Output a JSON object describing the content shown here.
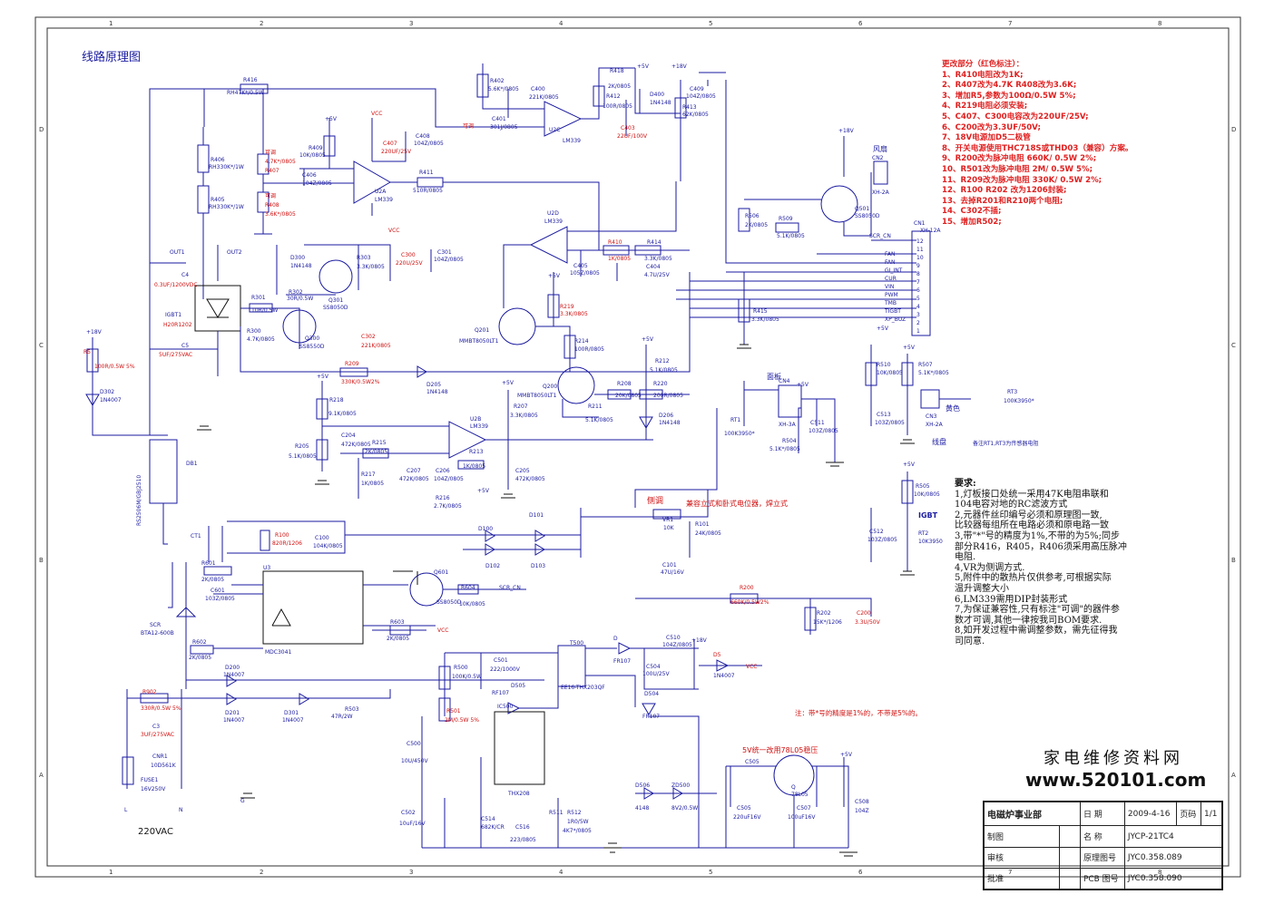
{
  "title": "线路原理图",
  "grid": {
    "cols": [
      "1",
      "2",
      "3",
      "4",
      "5",
      "6",
      "7",
      "8"
    ],
    "rows": [
      "D",
      "C",
      "B",
      "A"
    ]
  },
  "change_notes": {
    "heading": "更改部分（红色标注）：",
    "items": [
      "1、R410电阻改为1K;",
      "2、R407改为4.7K R408改为3.6K;",
      "3、增加R5,参数为100Ω/0.5W 5%;",
      "4、R219电阻必须安装;",
      "5、C407、C300电容改为220UF/25V;",
      "6、C200改为3.3UF/50V;",
      "7、18V电源加D5二极管",
      "8、开关电源使用THC718S或THD03（兼容）方案。",
      "9、R200改为脉冲电阻 660K/ 0.5W 2%;",
      "10、R501改为脉冲电阻 2M/ 0.5W 5%;",
      "11、R209改为脉冲电阻 330K/ 0.5W 2%;",
      "12、R100 R202 改为1206封装;",
      "13、去掉R201和R210两个电阻;",
      "14、C302不插;",
      "15、增加R502;"
    ]
  },
  "requirements": {
    "heading": "要求:",
    "items": [
      "1,灯板接口处统一采用47K电阻串联和",
      "104电容对地的RC滤波方式",
      "2,元器件丝印编号必须和原理图一致,",
      "比较器每组所在电路必须和原电路一致",
      "3,带\"*\"号的精度为1%,不带的为5%;同步",
      "部分R416，R405，R406须采用高压脉冲",
      "电阻.",
      "4,VR为侧调方式.",
      "5,附件中的散热片仅供参考,可根据实际",
      "温升调整大小",
      "6,LM339需用DIP封装形式",
      "7,为保证兼容性,只有标注\"可调\"的器件参",
      "数才可调,其他一律按我司BOM要求.",
      "8,如开发过程中需调整参数，需先征得我",
      "司同意."
    ]
  },
  "bottom_note": "注：带*号的精度是1%的，不带是5%的。",
  "watermark": {
    "cn": "家电维修资料网",
    "url": "www.520101.com"
  },
  "title_block": {
    "dept": "电磁炉事业部",
    "date_label": "日 期",
    "date": "2009-4-16",
    "page_label": "页码",
    "page": "1/1",
    "drawn_label": "制图",
    "name_label": "名 称",
    "name": "JYCP-21TC4",
    "review_label": "审核",
    "schematic_label": "原理图号",
    "schematic_no": "JYC0.358.089",
    "approve_label": "批准",
    "pcb_label": "PCB 图号",
    "pcb_no": "JYC0.358.090"
  },
  "connector_cn1": {
    "name": "CN1",
    "type": "XH-12A",
    "pins": [
      "12",
      "11",
      "10",
      "9",
      "8",
      "7",
      "6",
      "5",
      "4",
      "3",
      "2",
      "1"
    ],
    "signals": [
      "SCR_CN",
      "FAN",
      "FAN",
      "GI_INT",
      "CUR",
      "VIN",
      "PWM",
      "TMB",
      "TIGBT",
      "XP_BUZ",
      "+5V",
      ""
    ]
  },
  "labels": {
    "fan": "风扇",
    "panel": "面板",
    "side_adj": "侧调",
    "vr_note": "兼容立式和卧式电位器，焊立式",
    "coil": "线盘",
    "yellow": "黄色",
    "rt_note": "备注RT1,RT3为传感器电阻",
    "ac": "220VAC",
    "reg_note": "5V统一改用78L05稳压",
    "adjustable": "可调"
  },
  "parts": {
    "r416": "R416",
    "r416v": "RH47K*/0.5W",
    "r406": "R406",
    "r406v": "RH330K*/1W",
    "r405": "R405",
    "r405v": "RH330K*/1W",
    "r407": "R407",
    "r407v": "4.7K*/0805",
    "r408": "R408",
    "r408v": "3.6K*/0805",
    "r409": "R409",
    "r409v": "10K/0805",
    "c406": "C406",
    "c406v": "104Z/0805",
    "u2a": "U2A",
    "u2a2": "LM339",
    "c407": "C407",
    "c407v": "220UF/25V",
    "c408": "C408",
    "c408v": "104Z/0805",
    "r411": "R411",
    "r411v": "510R/0805",
    "r402": "R402",
    "r402v": "5.6K*/0805",
    "c400": "C400",
    "c400v": "221K/0805",
    "c401": "C401",
    "c401v": "301J/0805",
    "u2c": "U2C",
    "u2c2": "LM339",
    "r418": "R418",
    "r418v": "2K/0805",
    "r412": "R412",
    "r412v": "100R/0805",
    "d400": "D400",
    "d400v": "1N4148",
    "c403": "C403",
    "c403v": "22UF/100V",
    "r413": "R413",
    "r413v": "62K/0805",
    "c409": "C409",
    "c409v": "104Z/0805",
    "u2d": "U2D",
    "u2d2": "LM339",
    "r410": "R410",
    "r410v": "1K/0805",
    "r414": "R414",
    "r414v": "3.3K/0805",
    "c405": "C405",
    "c405v": "105Z/0805",
    "c404": "C404",
    "c404v": "4.7U/25V",
    "out1": "OUT1",
    "out2": "OUT2",
    "c4": "C4",
    "c4v": "0.3UF/1200VDC",
    "igbt1": "IGBT1",
    "igbt1v": "H20R1202",
    "d300": "D300",
    "d300v": "1N4148",
    "r303": "R303",
    "r303v": "3.3K/0805",
    "c300": "C300",
    "c300v": "220U/25V",
    "c301": "C301",
    "c301v": "104Z/0805",
    "r301": "R301",
    "r301v": "10R/0.5W",
    "r302": "R302",
    "r302v": "30R/0.5W",
    "q301": "Q301",
    "q301v": "SS8050D",
    "q300": "Q300",
    "q300v": "SS8550D",
    "r300": "R300",
    "r300v": "4.7K/0805",
    "c302": "C302",
    "c302v": "221K/0805",
    "q201": "Q201",
    "q201v": "MMBT8050LT1",
    "r219": "R219",
    "r219v": "3.3K/0805",
    "r214": "R214",
    "r214v": "100R/0805",
    "q200": "Q200",
    "q200v": "MMBT8050LT1",
    "r211": "R211",
    "r211v": "5.1K/0805",
    "r208": "R208",
    "r208v": "20K/0805",
    "r220": "R220",
    "r220v": "200R/0805",
    "r212": "R212",
    "r212v": "5.1K/0805",
    "d206": "D206",
    "d206v": "1N4148",
    "r5": "R5",
    "r5v": "100R/0.5W 5%",
    "c5": "C5",
    "c5v": "5UF/275VAC",
    "d302": "D302",
    "d302v": "1N4007",
    "r209": "R209",
    "r209v": "330K/0.5W2%",
    "d205": "D205",
    "d205v": "1N4148",
    "r218": "R218",
    "r218v": "9.1K/0805",
    "u2b": "U2B",
    "u2b2": "LM339",
    "r207": "R207",
    "r207v": "3.3K/0805",
    "r205": "R205",
    "r205v": "5.1K/0805",
    "c204": "C204",
    "c204v": "472K/0805",
    "r215": "R215",
    "r215v": "2K/0805",
    "r213": "R213",
    "r213v": "1K/0805",
    "r217": "R217",
    "r217v": "1K/0805",
    "c207": "C207",
    "c207v": "472K/0805",
    "c206": "C206",
    "c206v": "104Z/0805",
    "c205": "C205",
    "c205v": "472K/0805",
    "r216": "R216",
    "r216v": "2.7K/0805",
    "db1": "DB1",
    "db1v": "RS2506M/GBJ2510",
    "ct1": "CT1",
    "r100": "R100",
    "r100v": "820R/1206",
    "c100": "C100",
    "c100v": "104K/0805",
    "d100": "D100",
    "d101": "D101",
    "d102": "D102",
    "d103": "D103",
    "vr1": "VR1",
    "vr1v": "10K",
    "r101": "R101",
    "r101v": "24K/0805",
    "c101": "C101",
    "c101v": "47U/16V",
    "r601": "R601",
    "r601v": "2K/0805",
    "c601": "C601",
    "c601v": "103Z/0805",
    "u3": "U3",
    "mdc": "MDC3041",
    "q601": "Q601",
    "q601v": "SS8050D",
    "r604": "R604",
    "r604v": "10K/0805",
    "scr": "SCR",
    "scrv": "BTA12-600B",
    "r602": "R602",
    "r602v": "2K/0805",
    "r603": "R603",
    "r603v": "2K/0805",
    "r200": "R200",
    "r200v": "660K/0.5W2%",
    "r202": "R202",
    "r202v": "15K*/1206",
    "c200": "C200",
    "c200v": "3.3U/50V",
    "d200": "D200",
    "d201": "D201",
    "d301": "D301",
    "dv": "1N4007",
    "r902": "R902",
    "r902v": "330R/0.5W 5%",
    "r503": "R503",
    "r503v": "47R/2W",
    "c3": "C3",
    "c3v": "3UF/275VAC",
    "cnr1": "CNR1",
    "cnr1v": "10D561K",
    "fuse1": "FUSE1",
    "fuse1v": "16V250V",
    "l": "L",
    "n": "N",
    "g": "G",
    "t500": "T500",
    "t500v": "EE16-THX203QF",
    "r500": "R500",
    "r500v": "100K/0.5W",
    "c501": "C501",
    "c501v": "222/1000V",
    "d505": "D505",
    "d505v": "RF107",
    "r501": "R501",
    "r501v": "2M/0.5W 5%",
    "ic500": "IC500",
    "thx": "THX208",
    "c500": "C500",
    "c500v": "10U/450V",
    "c502": "C502",
    "c502v": "10uF/16V",
    "c514": "C514",
    "c514v": "682K/CR",
    "c516": "C516",
    "c516v": "223/0805",
    "r512": "R512",
    "r512v": "1R0/5W",
    "r511": "R511",
    "r511v": "4K7*/0805",
    "d": "D",
    "fr107": "FR107",
    "c510": "C510",
    "c510v": "104Z/0805",
    "c504": "C504",
    "c504v": "100U/25V",
    "d5": "D5",
    "d504": "D504",
    "d506": "D506",
    "d506v": "4148",
    "zd500": "ZD500",
    "zd500v": "8V2/0.5W",
    "q": "Q",
    "qv": "78L05",
    "c505": "C505",
    "c505v": "220uF16V",
    "c507": "C507",
    "c507v": "100uF16V",
    "c508": "C508",
    "c508v": "104Z",
    "cn2": "CN2",
    "cn2v": "XH-2A",
    "q501": "Q501",
    "q501v": "SS8050D",
    "r506": "R506",
    "r506v": "2K/0805",
    "r509": "R509",
    "r509v": "5.1K/0805",
    "r415": "R415",
    "r415v": "3.3K/0805",
    "cn4": "CN4",
    "cn4v": "XH-3A",
    "rt1": "RT1",
    "rt1v": "100K3950*",
    "c511": "C511",
    "c511v": "103Z/0805",
    "r504": "R504",
    "r504v": "5.1K*/0805",
    "r510": "R510",
    "r510v": "10K/0805",
    "r507": "R507",
    "r507v": "5.1K*/0805",
    "c513": "C513",
    "c513v": "103Z/0805",
    "cn3": "CN3",
    "cn3v": "XH-2A",
    "rt3": "RT3",
    "rt3v": "100K3950*",
    "r505": "R505",
    "r505v": "10K/0805",
    "c512": "C512",
    "c512v": "103Z/0805",
    "rt2": "RT2",
    "rt2v": "10K3950",
    "igbt_lbl": "IGBT",
    "v5": "+5V",
    "v18": "+18V",
    "vcc": "VCC",
    "scr_cn": "SCR_CN"
  }
}
